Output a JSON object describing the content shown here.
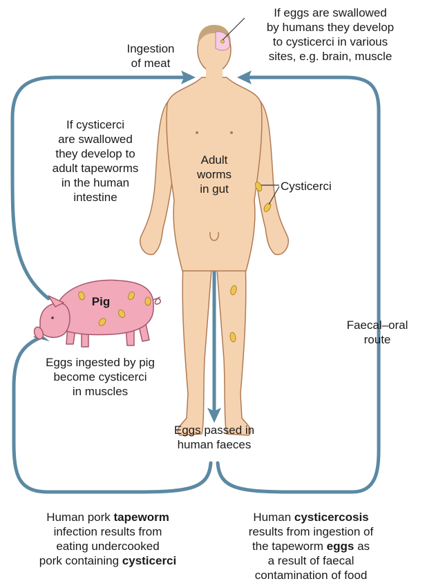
{
  "labels": {
    "ingestion_of_meat": [
      "Ingestion",
      "of meat"
    ],
    "eggs_swallowed_by_humans": [
      "If eggs are swallowed",
      "by humans they develop",
      "to cysticerci in various",
      "sites, e.g. brain, muscle"
    ],
    "cysticerci_swallowed": [
      "If cysticerci",
      "are swallowed",
      "they develop to",
      "adult tapeworms",
      "in the human",
      "intestine"
    ],
    "adult_worms_in_gut": [
      "Adult",
      "worms",
      "in gut"
    ],
    "cysticerci": "Cysticerci",
    "pig": "Pig",
    "eggs_ingested_by_pig": [
      "Eggs ingested by pig",
      "become cysticerci",
      "in muscles"
    ],
    "faecal_oral_route": [
      "Faecal–oral",
      "route"
    ],
    "eggs_passed": [
      "Eggs passed in",
      "human faeces"
    ]
  },
  "captions": {
    "tapeworm": {
      "line1_pre": "Human pork ",
      "line1_bold": "tapeworm",
      "line2": "infection results from",
      "line3": "eating undercooked",
      "line4_pre": "pork containing ",
      "line4_bold": "cysticerci"
    },
    "cysticercosis": {
      "line1_pre": "Human ",
      "line1_bold": "cysticercosis",
      "line2": "results from ingestion of",
      "line3_pre": "the tapeworm ",
      "line3_bold": "eggs",
      "line3_post": " as",
      "line4": "a result of faecal",
      "line5": "contamination of food"
    }
  },
  "colors": {
    "arrow": "#5b89a3",
    "skin": "#f5d3b0",
    "skin_outline": "#b07a55",
    "pig": "#f2a9ba",
    "pig_outline": "#a5566c",
    "cyst": "#f0c44c",
    "hair": "#c7a57c",
    "brain": "#f6cde0"
  }
}
